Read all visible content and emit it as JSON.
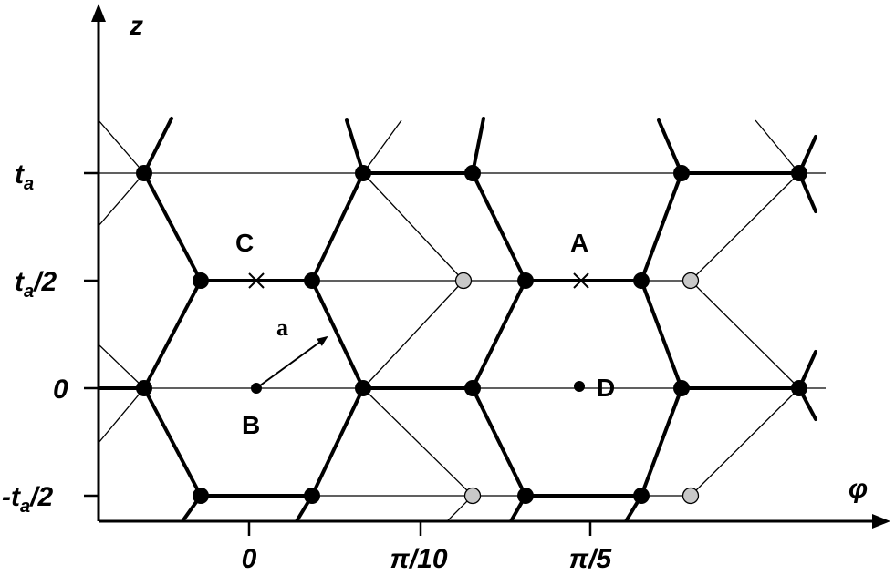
{
  "axes": {
    "x_label": "φ",
    "y_label": "z",
    "x_ticks": [
      "0",
      "π/10",
      "π/5"
    ],
    "y_ticks": [
      {
        "base": "t",
        "sub": "a",
        "rest": ""
      },
      {
        "base": "t",
        "sub": "a",
        "rest": "/2"
      },
      {
        "base": "0",
        "sub": "",
        "rest": ""
      },
      {
        "base": "-t",
        "sub": "a",
        "rest": "/2"
      }
    ]
  },
  "points": {
    "A": "A",
    "B": "B",
    "C": "C",
    "D": "D",
    "vector": "a"
  },
  "colors": {
    "line": "#000000",
    "node_filled": "#000000",
    "node_gray": "#c8c8c8"
  }
}
